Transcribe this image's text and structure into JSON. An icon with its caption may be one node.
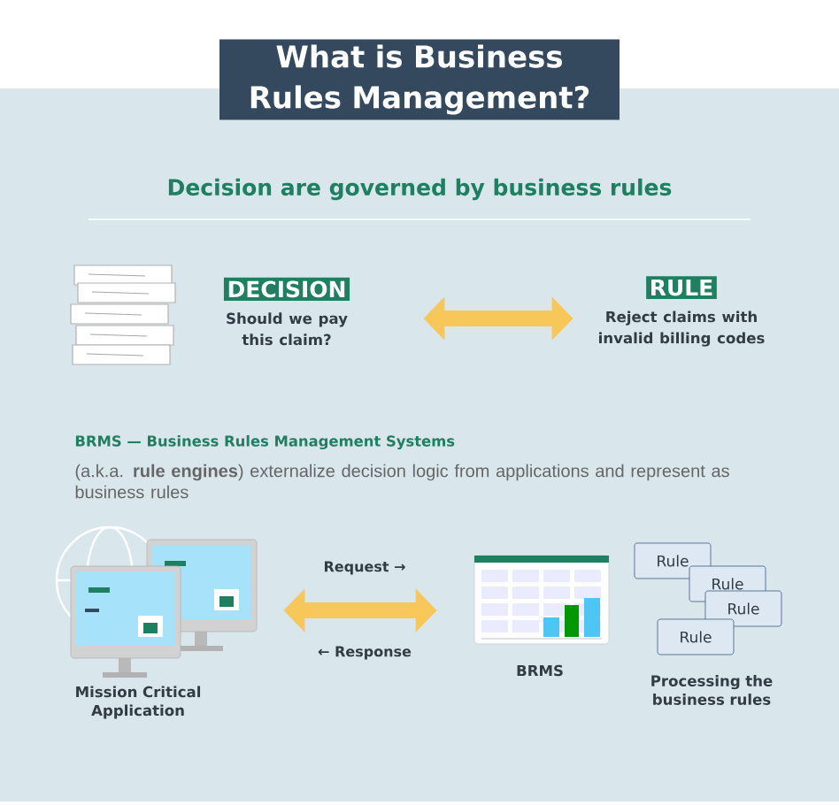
{
  "diagram": {
    "title": "What is Business Rules Management?",
    "nodes": [
      {
        "text": [
          "DECISION",
          "Should we pay this claim?"
        ]
      },
      {
        "text": [
          "RULE",
          "Reject claims with invalid billing codes"
        ]
      },
      {
        "text": [],
        "shape": "picture",
        "beside": [
          "Mission Critical Application"
        ]
      },
      {
        "text": [],
        "shape": "picture",
        "beside": [
          "BRMS"
        ]
      },
      {
        "text": [
          "Rule"
        ]
      },
      {
        "text": [
          "Rule"
        ]
      },
      {
        "text": [
          "Rule"
        ]
      },
      {
        "text": [
          "Rule"
        ]
      }
    ],
    "edges": [
      {
        "from": 0,
        "to": 1,
        "arrow": "both"
      },
      {
        "from": 2,
        "to": 3,
        "arrow": "both"
      }
    ],
    "labels": [
      "Decision are governed by business rules",
      "BRMS — Business Rules Management Systems",
      "(a.k.a. **rule engines**) externalize decision logic from applications and represent as business rules",
      "Request →",
      "← Response",
      "Processing the business rules"
    ]
  }
}
